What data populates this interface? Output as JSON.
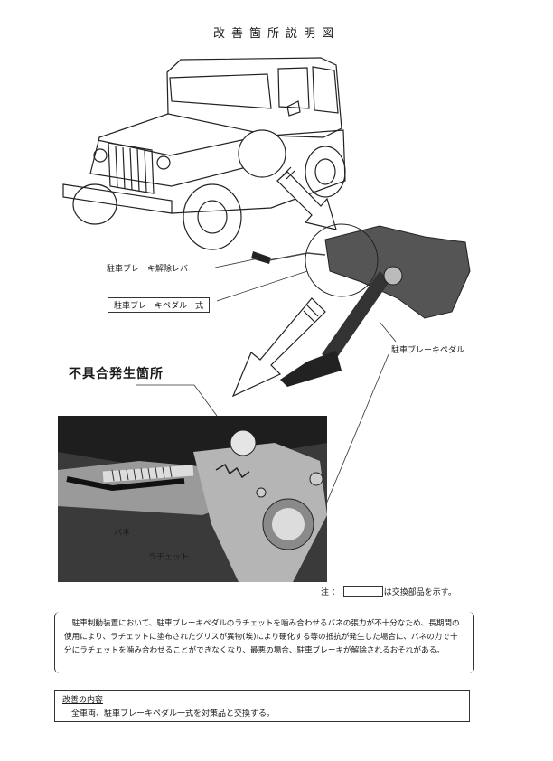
{
  "title": "改善箇所説明図",
  "labels": {
    "release_lever": "駐車ブレーキ解除レバー",
    "pedal_assembly": "駐車ブレーキペダル一式",
    "pedal": "駐車ブレーキペダル",
    "fault_location": "不具合発生箇所",
    "spring": "バネ",
    "ratchet": "ラチェット"
  },
  "note": {
    "prefix": "注 ：",
    "suffix": "は交換部品を示す。"
  },
  "description": "駐車制動装置において、駐車ブレーキペダルのラチェットを噛み合わせるバネの張力が不十分なため、長期間の使用により、ラチェットに塗布されたグリスが異物(埃)により硬化する等の抵抗が発生した場合に、バネの力で十分にラチェットを噛み合わせることができなくなり、最悪の場合、駐車ブレーキが解除されるおそれがある。",
  "improvement": {
    "heading": "改善の内容",
    "text": "全車両、駐車ブレーキペダル一式を対策品と交換する。"
  }
}
